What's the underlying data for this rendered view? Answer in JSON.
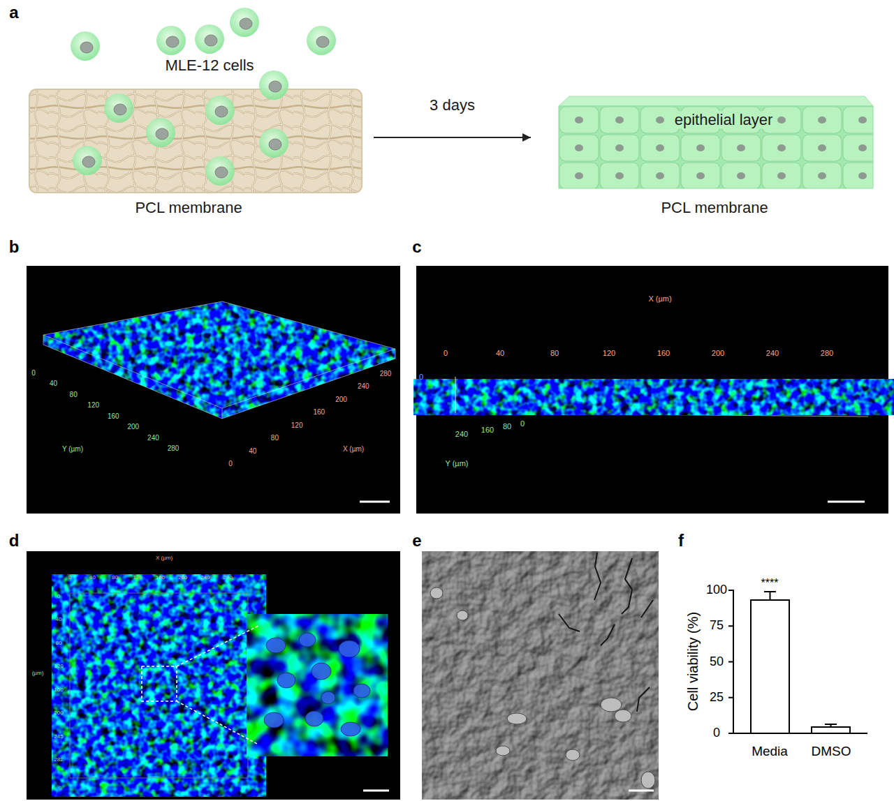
{
  "diagram": {
    "nodes": [
      {
        "text": [
          "MLE-12 cells",
          "PCL membrane"
        ]
      },
      {
        "text": [
          "epithelial layer",
          "PCL membrane"
        ]
      }
    ],
    "edges": [
      {
        "from": 0,
        "to": 1,
        "arrow": "to",
        "label": "3 days"
      }
    ],
    "labels": [
      "a",
      "b",
      "c",
      "d",
      "e",
      "f",
      "0",
      "40",
      "80",
      "120",
      "160",
      "200",
      "240",
      "280",
      "Y (µm)",
      "0",
      "40",
      "80",
      "120",
      "160",
      "200",
      "240",
      "280",
      "X (µm)",
      "X (µm)",
      "0",
      "40",
      "80",
      "120",
      "160",
      "200",
      "240",
      "280",
      "0",
      "240",
      "160",
      "80",
      "0",
      "Y (µm)",
      "X (µm)",
      "0",
      "40",
      "80",
      "120",
      "160",
      "200",
      "240",
      "280",
      "0",
      "40",
      "80",
      "120",
      "160",
      "200",
      "245",
      "282",
      "(µm)",
      "0",
      "Cell viability (%)",
      "0",
      "25",
      "50",
      "75",
      "100",
      "****",
      "Media",
      "DMSO"
    ]
  }
}
